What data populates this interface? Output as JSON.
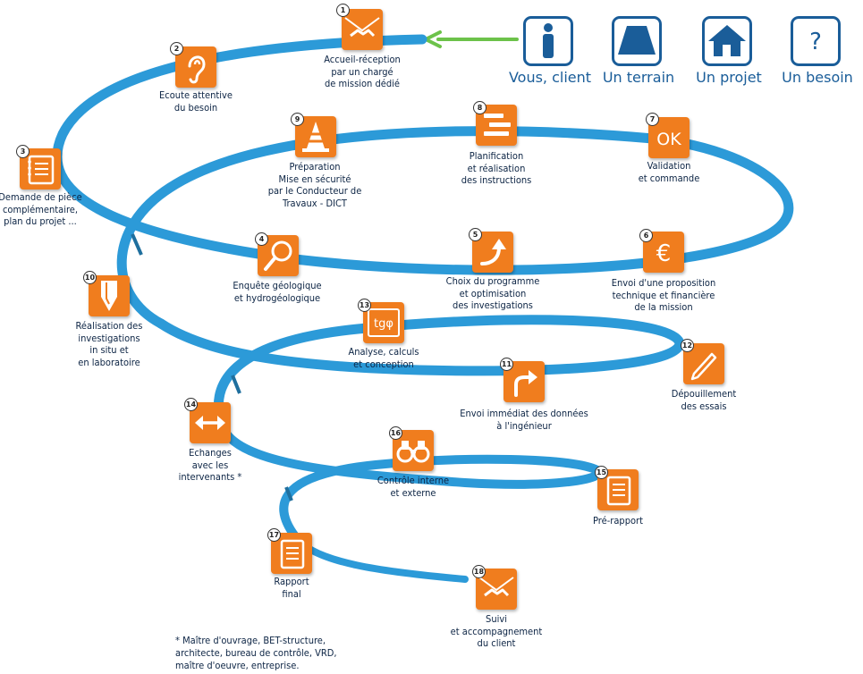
{
  "categories": [
    {
      "label": "Vous, client",
      "icon": "person-icon"
    },
    {
      "label": "Un terrain",
      "icon": "terrain-icon"
    },
    {
      "label": "Un projet",
      "icon": "house-icon"
    },
    {
      "label": "Un besoin",
      "icon": "question-icon",
      "glyph": "?"
    }
  ],
  "steps": [
    {
      "num": "1",
      "label": "Accueil-réception\npar un chargé\nde mission dédié",
      "icon": "handshake-icon"
    },
    {
      "num": "2",
      "label": "Ecoute attentive\ndu besoin",
      "icon": "ear-icon"
    },
    {
      "num": "3",
      "label": "Demande de pièce\ncomplémentaire,\nplan du projet ...",
      "icon": "notebook-icon"
    },
    {
      "num": "4",
      "label": "Enquête géologique\net hydrogéologique",
      "icon": "magnifier-icon"
    },
    {
      "num": "5",
      "label": "Choix du programme\net optimisation\ndes investigations",
      "icon": "curved-arrow-icon"
    },
    {
      "num": "6",
      "label": "Envoi d'une proposition\ntechnique et financière\nde la mission",
      "icon": "euro-icon",
      "glyph": "€"
    },
    {
      "num": "7",
      "label": "Validation\net commande",
      "icon": "ok-icon",
      "glyph": "OK"
    },
    {
      "num": "8",
      "label": "Planification\net réalisation\ndes instructions",
      "icon": "planning-bars-icon"
    },
    {
      "num": "9",
      "label": "Préparation\nMise en sécurité\npar le Conducteur de\nTravaux - DICT",
      "icon": "traffic-cone-icon"
    },
    {
      "num": "10",
      "label": "Réalisation des\ninvestigations\nin situ et\nen laboratoire",
      "icon": "drill-bit-icon"
    },
    {
      "num": "11",
      "label": "Envoi immédiat des données\nà l'ingénieur",
      "icon": "forward-arrow-icon"
    },
    {
      "num": "12",
      "label": "Dépouillement\ndes essais",
      "icon": "pencil-icon"
    },
    {
      "num": "13",
      "label": "Analyse, calculs\net conception",
      "icon": "formula-icon",
      "glyph": "tgφ"
    },
    {
      "num": "14",
      "label": "Echanges\navec les\nintervenants *",
      "icon": "double-arrow-icon"
    },
    {
      "num": "15",
      "label": "Pré-rapport",
      "icon": "report-icon"
    },
    {
      "num": "16",
      "label": "Contrôle interne\net externe",
      "icon": "binoculars-icon"
    },
    {
      "num": "17",
      "label": "Rapport\nfinal",
      "icon": "report-icon"
    },
    {
      "num": "18",
      "label": "Suivi\net accompagnement\ndu client",
      "icon": "handshake-icon"
    }
  ],
  "footnote": "* Maître d'ouvrage, BET-structure,\narchitecte, bureau de contrôle, VRD,\nmaître d'oeuvre, entreprise.",
  "colors": {
    "spiral": "#2c9ad8",
    "icon_bg": "#f07d1e",
    "category": "#1a5d99",
    "arrow": "#6cc24a",
    "text": "#0c2444"
  }
}
